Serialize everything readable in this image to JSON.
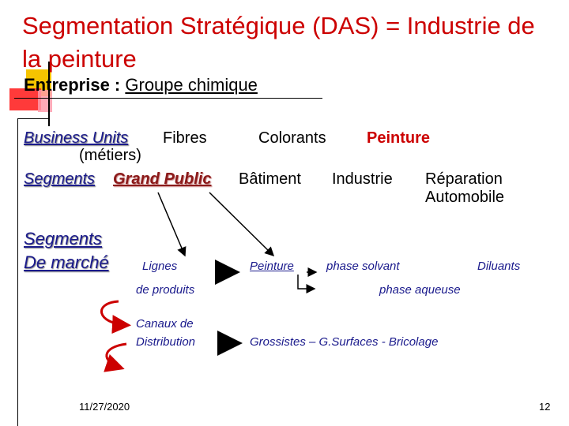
{
  "title": "Segmentation Stratégique (DAS) = Industrie de la peinture",
  "subtitle": {
    "prefix": "Entreprise : ",
    "rest": "Groupe chimique"
  },
  "row1": {
    "label": "Business Units",
    "label_suffix": "(métiers)",
    "items": [
      "Fibres",
      "Colorants",
      "Peinture"
    ]
  },
  "row2": {
    "label": "Segments",
    "highlight": "Grand Public",
    "items": [
      "Bâtiment",
      "Industrie"
    ],
    "last_line1": "Réparation",
    "last_line2": "Automobile"
  },
  "segments_marche": {
    "line1": "Segments",
    "line2": "De marché"
  },
  "lignes": {
    "line1": "Lignes",
    "line2": "de produits"
  },
  "products": {
    "peinture": "Peinture",
    "solvant": "phase solvant",
    "aqueuse": "phase aqueuse",
    "diluants": "Diluants"
  },
  "canaux": {
    "line1": "Canaux de",
    "line2": "Distribution"
  },
  "distribution": "Grossistes – G.Surfaces - Bricolage",
  "footer": {
    "date": "11/27/2020",
    "page": "12"
  },
  "colors": {
    "title": "#cc0000",
    "blue_text": "#1a1a8c",
    "accent_yellow": "#f6c400",
    "accent_red": "#ff3a3a"
  }
}
